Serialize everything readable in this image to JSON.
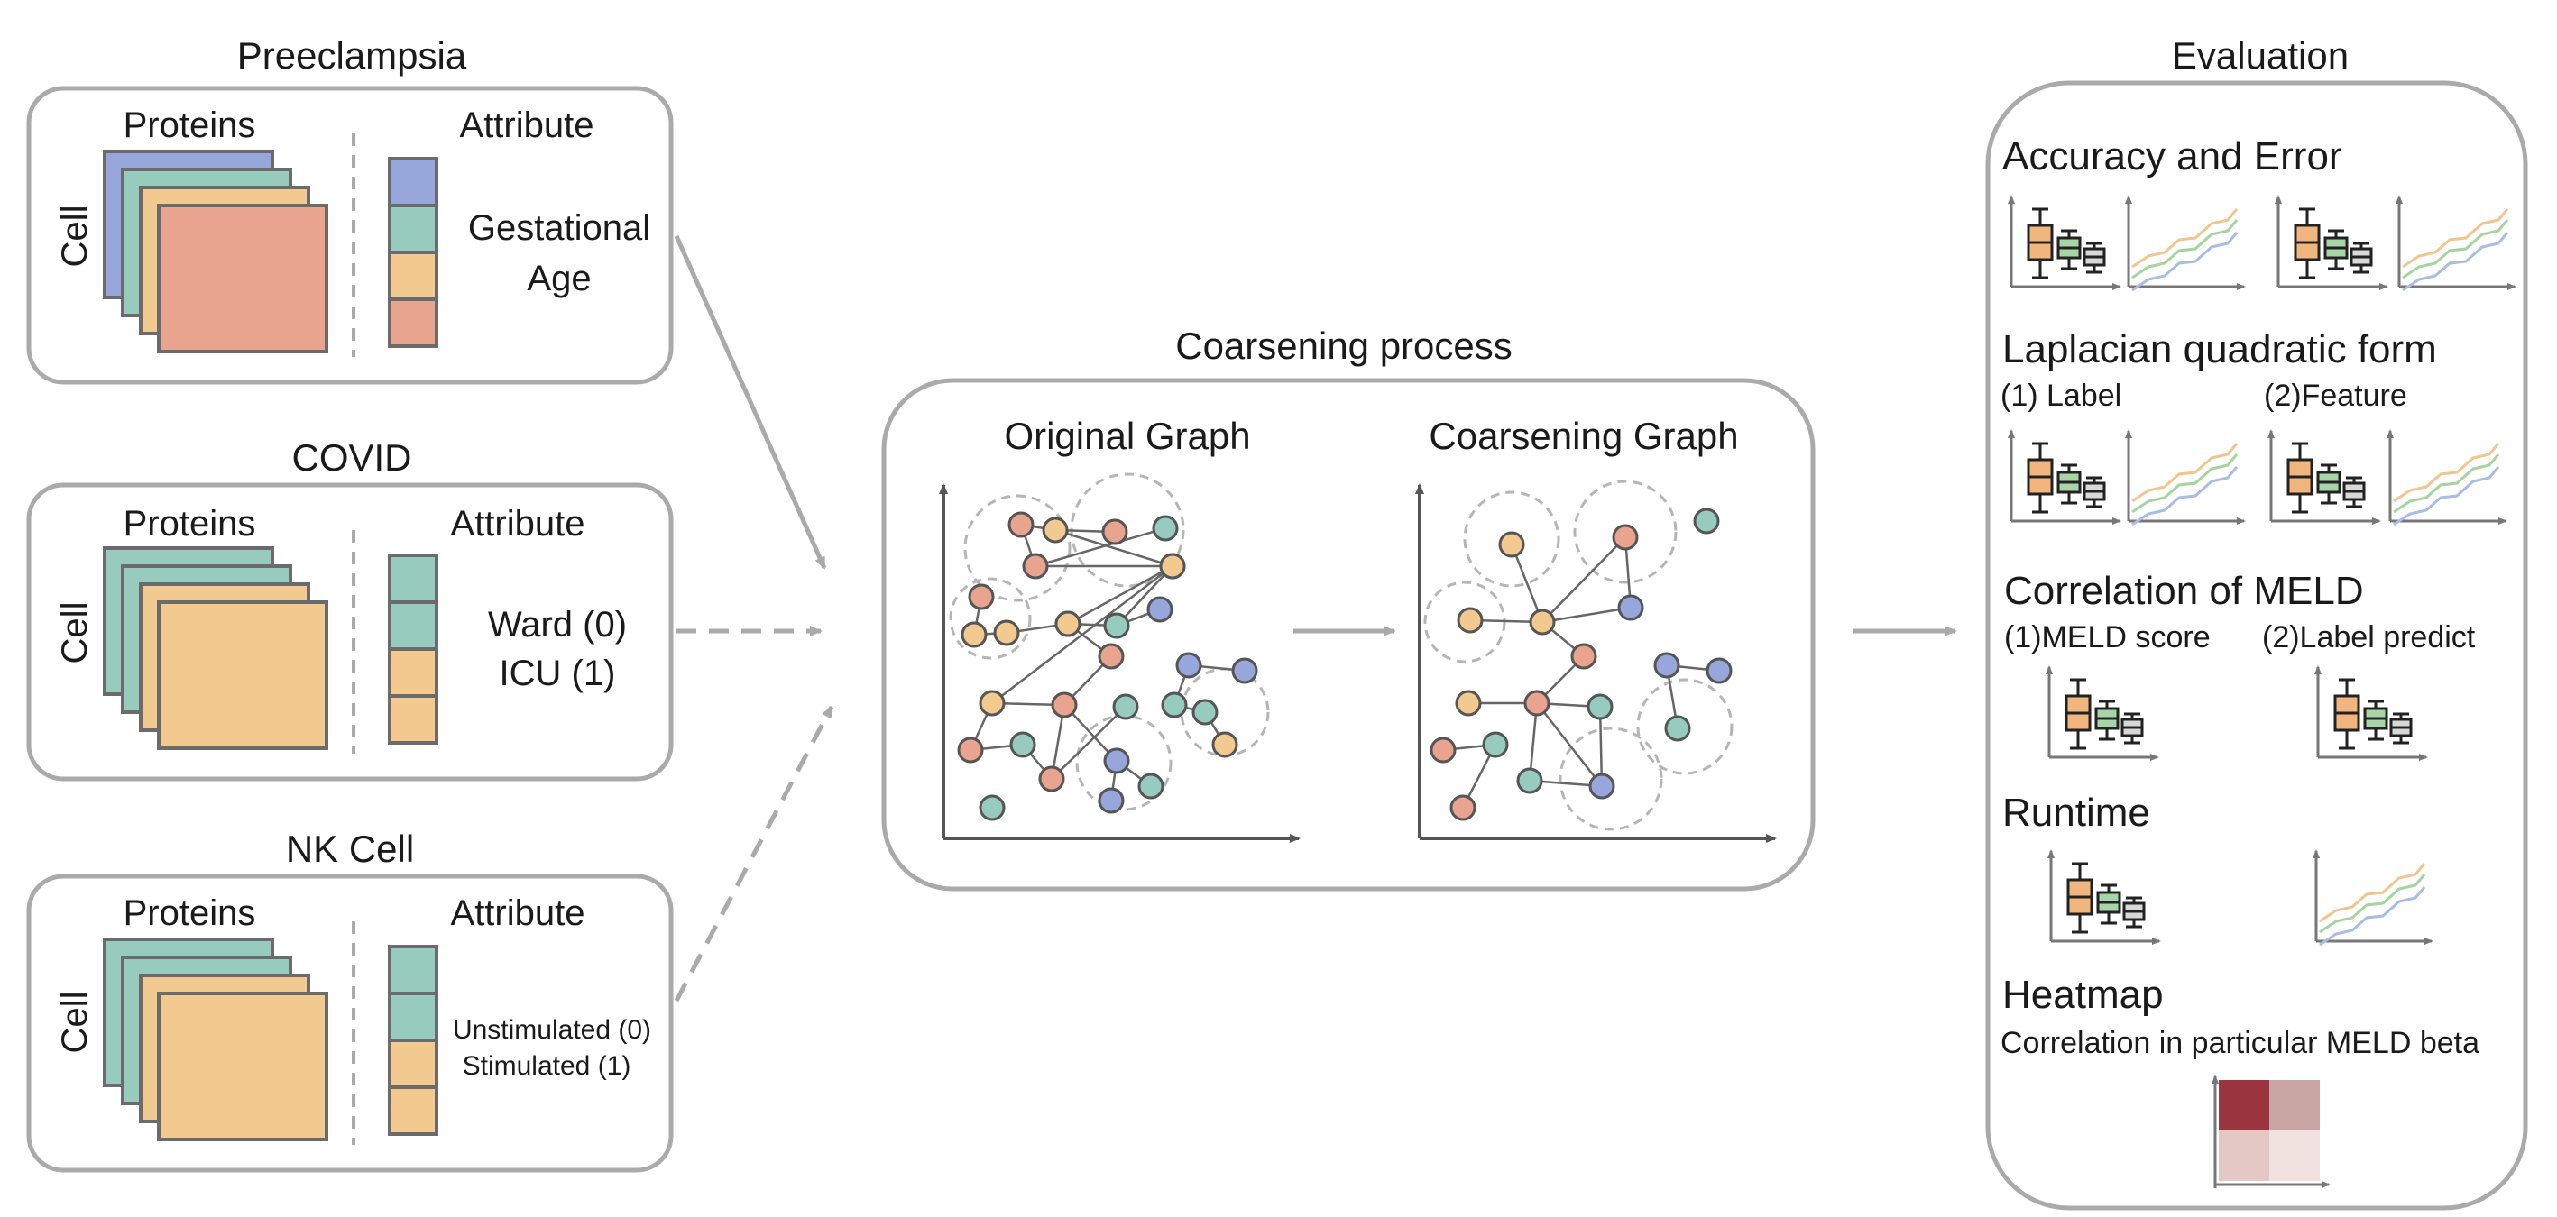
{
  "colors": {
    "blue": "#97a6db",
    "teal": "#97cbbd",
    "peach": "#f2c98e",
    "salmon": "#e9a48f",
    "frame": "#aaaaaa",
    "rect_stroke": "#6b6b6b",
    "heat_dark": "#9a343e",
    "heat_mid": "#c9a6a4",
    "heat_light": "#e4c8c5",
    "heat_pale": "#f1e2df",
    "line_orange": "#f1c58e",
    "line_green": "#a6d49f",
    "line_blue": "#a9bde3",
    "box_orange": "#f1b57e",
    "box_green": "#a8d5a8",
    "box_gray": "#d8d8d8"
  },
  "datasets": [
    {
      "title": "Preeclampsia",
      "proteins_label": "Proteins",
      "cell_label": "Cell",
      "attribute_label": "Attribute",
      "stack_colors": [
        "blue",
        "teal",
        "peach",
        "salmon"
      ],
      "attr_colors": [
        "blue",
        "teal",
        "peach",
        "salmon"
      ],
      "attr_text": [
        "Gestational",
        "Age"
      ]
    },
    {
      "title": "COVID",
      "proteins_label": "Proteins",
      "cell_label": "Cell",
      "attribute_label": "Attribute",
      "stack_colors": [
        "teal",
        "teal",
        "peach",
        "peach"
      ],
      "attr_colors": [
        "teal",
        "teal",
        "peach",
        "peach"
      ],
      "attr_text": [
        "Ward (0)",
        "ICU (1)"
      ]
    },
    {
      "title": "NK Cell",
      "proteins_label": "Proteins",
      "cell_label": "Cell",
      "attribute_label": "Attribute",
      "stack_colors": [
        "teal",
        "teal",
        "peach",
        "peach"
      ],
      "attr_colors": [
        "teal",
        "teal",
        "peach",
        "peach"
      ],
      "attr_text": [
        "Unstimulated (0)",
        "Stimulated (1)"
      ]
    }
  ],
  "coarsening": {
    "title": "Coarsening process",
    "original_title": "Original Graph",
    "coarse_title": "Coarsening Graph"
  },
  "graph": {
    "nodes": [
      {
        "id": "a1",
        "color": "salmon"
      },
      {
        "id": "a2",
        "color": "peach"
      },
      {
        "id": "a3",
        "color": "peach"
      },
      {
        "id": "a4",
        "color": "peach"
      },
      {
        "id": "b1",
        "color": "salmon"
      },
      {
        "id": "b2",
        "color": "salmon"
      },
      {
        "id": "b3",
        "color": "peach"
      },
      {
        "id": "b4",
        "color": "teal"
      },
      {
        "id": "c1",
        "color": "salmon"
      },
      {
        "id": "c2",
        "color": "peach"
      },
      {
        "id": "c3",
        "color": "peach"
      },
      {
        "id": "d1",
        "color": "peach"
      },
      {
        "id": "d2",
        "color": "teal"
      },
      {
        "id": "d3",
        "color": "blue"
      },
      {
        "id": "e1",
        "color": "salmon"
      },
      {
        "id": "f1",
        "color": "blue"
      },
      {
        "id": "f2",
        "color": "blue"
      },
      {
        "id": "f3",
        "color": "teal"
      },
      {
        "id": "f4",
        "color": "teal"
      },
      {
        "id": "f5",
        "color": "peach"
      },
      {
        "id": "g1",
        "color": "peach"
      },
      {
        "id": "g2",
        "color": "salmon"
      },
      {
        "id": "g3",
        "color": "teal"
      },
      {
        "id": "h1",
        "color": "salmon"
      },
      {
        "id": "h2",
        "color": "teal"
      },
      {
        "id": "h3",
        "color": "salmon"
      },
      {
        "id": "h4",
        "color": "teal"
      },
      {
        "id": "i1",
        "color": "blue"
      },
      {
        "id": "i2",
        "color": "blue"
      },
      {
        "id": "i3",
        "color": "teal"
      }
    ],
    "edges": [
      [
        "a1",
        "a2"
      ],
      [
        "a2",
        "a3"
      ],
      [
        "a3",
        "a4"
      ],
      [
        "b1",
        "b2"
      ],
      [
        "b2",
        "b3"
      ],
      [
        "b2",
        "b4"
      ],
      [
        "b1",
        "c2"
      ],
      [
        "c1",
        "c2"
      ],
      [
        "c2",
        "c3"
      ],
      [
        "c3",
        "d1"
      ],
      [
        "d1",
        "d2"
      ],
      [
        "d2",
        "d3"
      ],
      [
        "d1",
        "e1"
      ],
      [
        "e1",
        "g2"
      ],
      [
        "c3",
        "g1"
      ],
      [
        "g1",
        "g2"
      ],
      [
        "g1",
        "h1"
      ],
      [
        "g2",
        "h3"
      ],
      [
        "h1",
        "h2"
      ],
      [
        "h2",
        "h3"
      ],
      [
        "g3",
        "h3"
      ],
      [
        "g2",
        "i1"
      ],
      [
        "i1",
        "i2"
      ],
      [
        "i1",
        "i3"
      ],
      [
        "f1",
        "f2"
      ],
      [
        "f1",
        "f3"
      ],
      [
        "f3",
        "f4"
      ],
      [
        "f4",
        "f5"
      ],
      [
        "a4",
        "d1"
      ],
      [
        "d2",
        "b3"
      ]
    ]
  },
  "evaluation": {
    "title": "Evaluation",
    "accuracy_title": "Accuracy and Error",
    "laplacian_title": "Laplacian quadratic form",
    "laplacian_sub": [
      "(1) Label",
      "(2)Feature"
    ],
    "meld_title": "Correlation of MELD",
    "meld_sub": [
      "(1)MELD score",
      "(2)Label predict"
    ],
    "runtime_title": "Runtime",
    "heatmap_title": "Heatmap",
    "heatmap_sub": "Correlation in particular MELD beta",
    "heatmap_values": [
      [
        0.95,
        0.4
      ],
      [
        0.3,
        0.15
      ]
    ]
  }
}
